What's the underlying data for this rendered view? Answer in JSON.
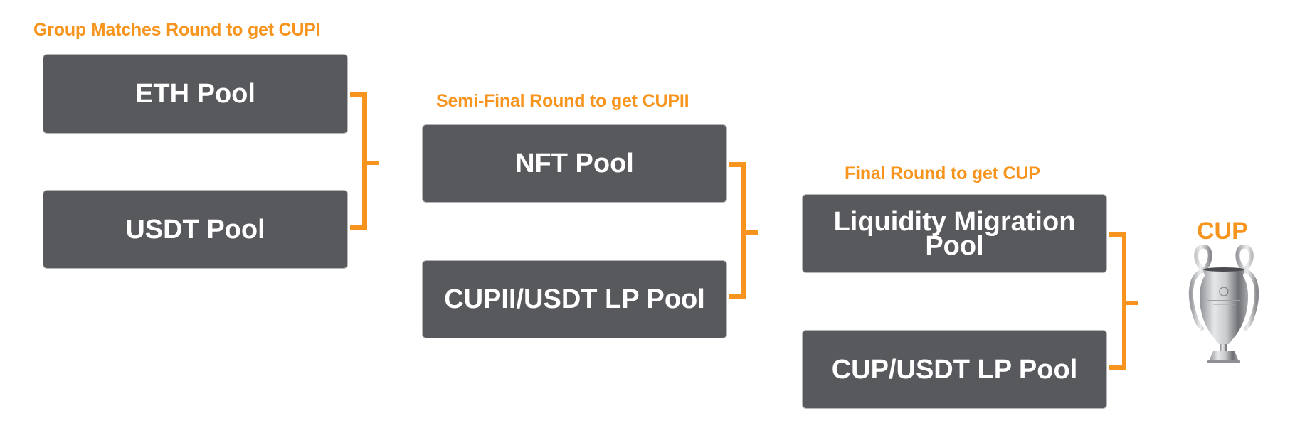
{
  "rounds": [
    {
      "title": "Group Matches Round to get CUPI",
      "pools": [
        "ETH Pool",
        "USDT Pool"
      ]
    },
    {
      "title": "Semi-Final Round to get CUPII",
      "pools": [
        "NFT Pool",
        "CUPII/USDT LP Pool"
      ]
    },
    {
      "title": "Final Round to get CUP",
      "pools": [
        "Liquidity Migration Pool",
        "CUP/USDT LP Pool"
      ]
    }
  ],
  "winner": {
    "label": "CUP",
    "icon": "trophy-icon"
  },
  "colors": {
    "accent": "#f7941d",
    "box": "#58595d",
    "box_text": "#ffffff"
  }
}
